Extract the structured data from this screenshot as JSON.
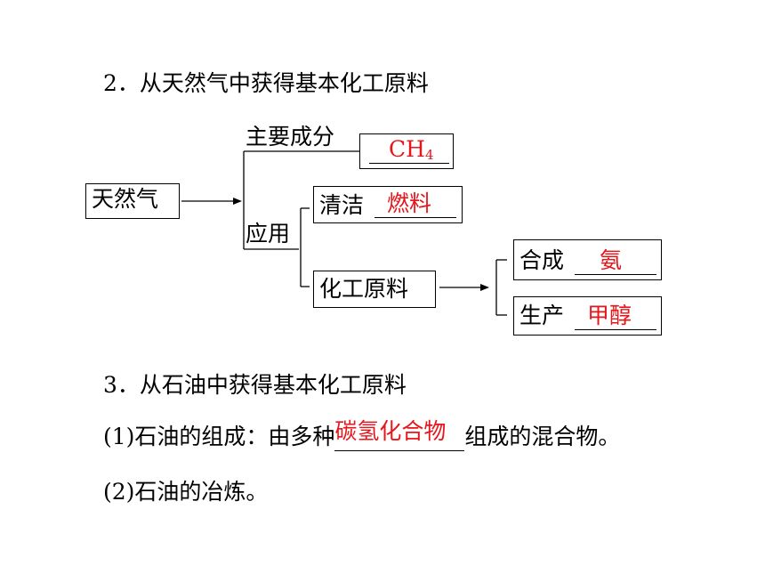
{
  "section2": {
    "title": "2．从天然气中获得基本化工原料",
    "root": "天然气",
    "branch_main": "主要成分",
    "branch_use": "应用",
    "main_component": {
      "formula": "CH",
      "subscript": "4"
    },
    "use_clean_label": "清洁",
    "use_clean_answer": "燃料",
    "use_raw_material": "化工原料",
    "synth_label": "合成",
    "synth_answer": "氨",
    "produce_label": "生产",
    "produce_answer": "甲醇"
  },
  "section3": {
    "title": "3．从石油中获得基本化工原料",
    "item1_prefix": "(1)石油的组成：由多种",
    "item1_answer": "碳氢化合物",
    "item1_suffix": "组成的混合物。",
    "item2": "(2)石油的冶炼。"
  },
  "colors": {
    "answer": "#e8151b",
    "text": "#000000"
  }
}
